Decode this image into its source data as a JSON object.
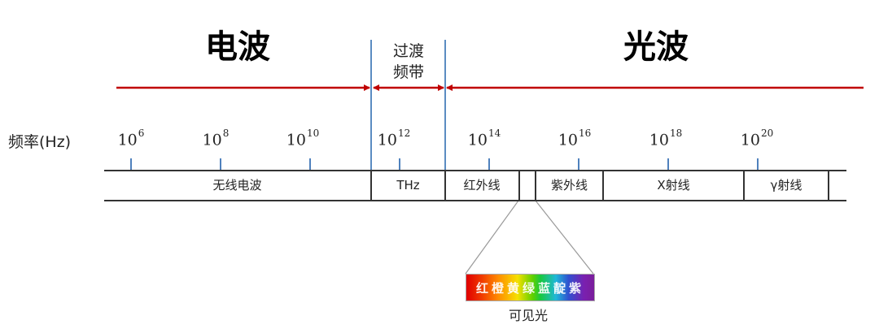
{
  "headings": {
    "radio_wave": "电波",
    "transition_band": [
      "过渡",
      "频带"
    ],
    "light_wave": "光波"
  },
  "axis": {
    "label": "频率(Hz)",
    "ticks": [
      {
        "base": "10",
        "exp": "6"
      },
      {
        "base": "10",
        "exp": "8"
      },
      {
        "base": "10",
        "exp": "10"
      },
      {
        "base": "10",
        "exp": "12"
      },
      {
        "base": "10",
        "exp": "14"
      },
      {
        "base": "10",
        "exp": "16"
      },
      {
        "base": "10",
        "exp": "18"
      },
      {
        "base": "10",
        "exp": "20"
      }
    ]
  },
  "bands": [
    {
      "name": "无线电波"
    },
    {
      "name": "THz"
    },
    {
      "name": "红外线"
    },
    {
      "name": ""
    },
    {
      "name": "紫外线"
    },
    {
      "name": "X射线"
    },
    {
      "name": "γ射线"
    },
    {
      "name": ""
    }
  ],
  "visible_light": {
    "colors": "红橙黄绿蓝靛紫",
    "label": "可见光"
  },
  "colors": {
    "arrow": "#c00000",
    "divider": "#5b8cc2",
    "tick": "#4f81bd"
  }
}
